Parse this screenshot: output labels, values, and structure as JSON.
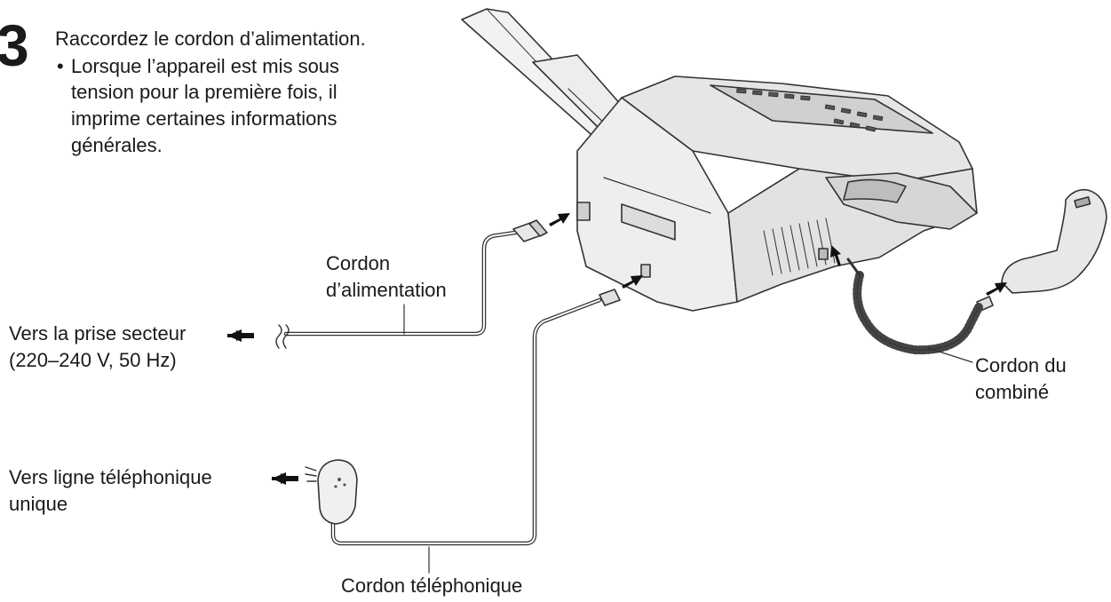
{
  "step": {
    "number": "3",
    "instruction": "Raccordez le cordon d’alimentation.",
    "bullet": "•",
    "note_lines": [
      "Lorsque l’appareil est mis sous",
      "tension pour la première fois, il",
      "imprime certaines informations",
      "générales."
    ]
  },
  "labels": {
    "power_cord": [
      "Cordon",
      "d’alimentation"
    ],
    "outlet": [
      "Vers la prise secteur",
      "(220–240 V, 50 Hz)"
    ],
    "phone_line": [
      "Vers ligne téléphonique",
      "unique"
    ],
    "phone_cord": "Cordon téléphonique",
    "handset_cord": [
      "Cordon du",
      "combiné"
    ]
  }
}
